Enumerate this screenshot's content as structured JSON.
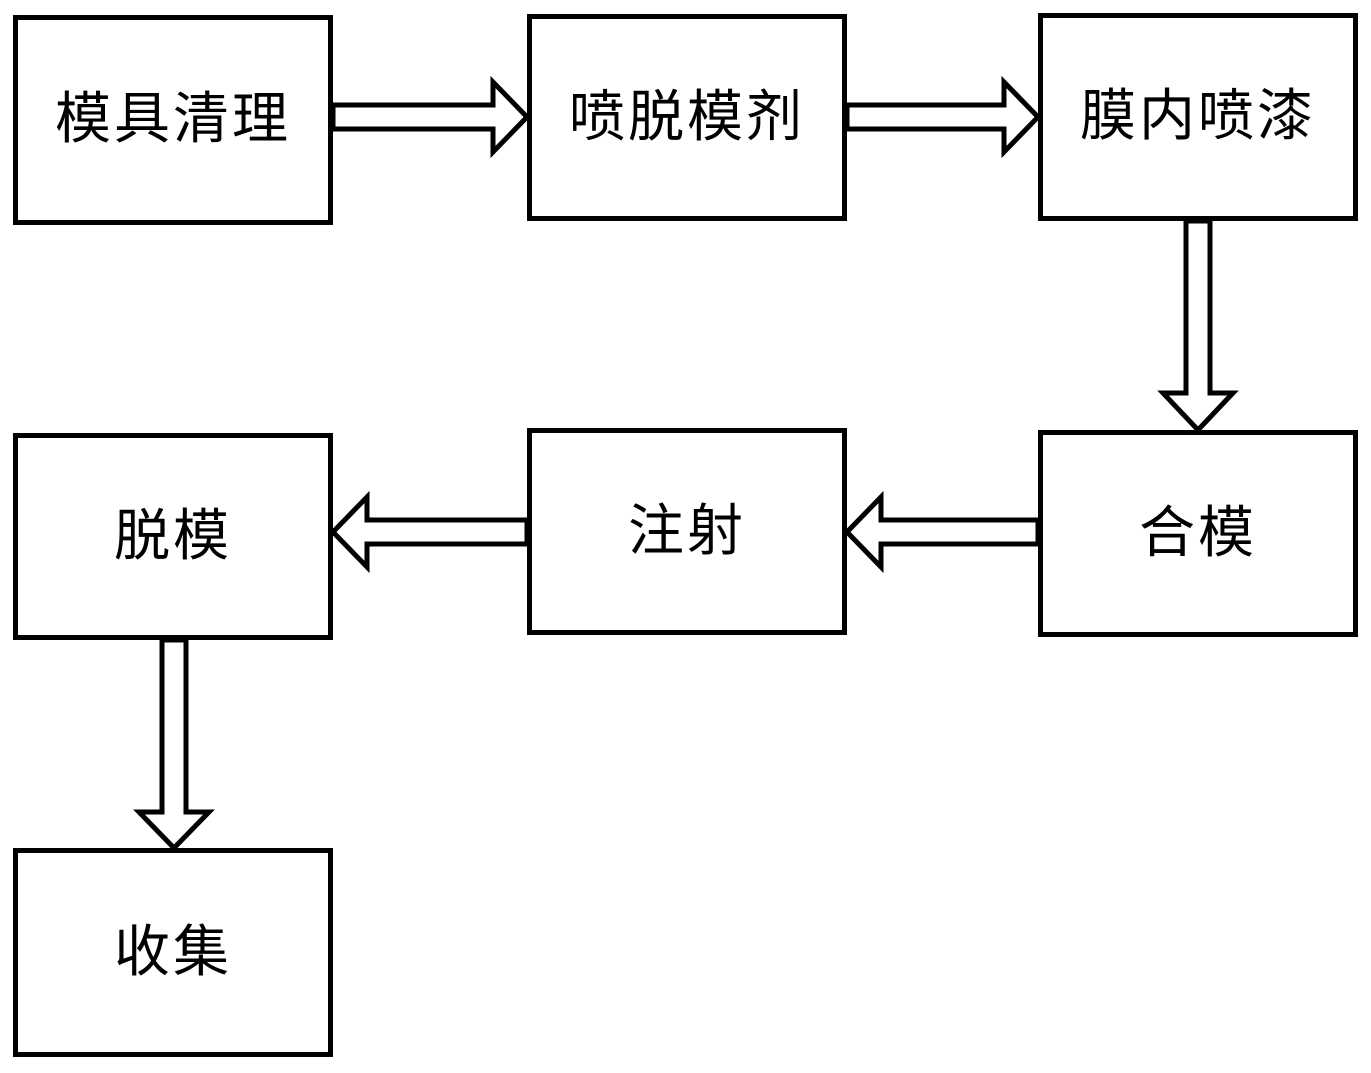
{
  "diagram": {
    "type": "flowchart",
    "boxes": [
      {
        "id": "mold-cleaning",
        "label": "模具清理"
      },
      {
        "id": "spray-release",
        "label": "喷脱模剂"
      },
      {
        "id": "in-mold-painting",
        "label": "膜内喷漆"
      },
      {
        "id": "mold-closing",
        "label": "合模"
      },
      {
        "id": "injection",
        "label": "注射"
      },
      {
        "id": "demolding",
        "label": "脱模"
      },
      {
        "id": "collection",
        "label": "收集"
      }
    ],
    "edges": [
      {
        "from": "模具清理",
        "to": "喷脱模剂",
        "direction": "right"
      },
      {
        "from": "喷脱模剂",
        "to": "膜内喷漆",
        "direction": "right"
      },
      {
        "from": "膜内喷漆",
        "to": "合模",
        "direction": "down"
      },
      {
        "from": "合模",
        "to": "注射",
        "direction": "left"
      },
      {
        "from": "注射",
        "to": "脱模",
        "direction": "left"
      },
      {
        "from": "脱模",
        "to": "收集",
        "direction": "down"
      }
    ],
    "colors": {
      "line": "#000000",
      "box_fill": "#ffffff",
      "background": "#ffffff",
      "text": "#000000"
    }
  }
}
